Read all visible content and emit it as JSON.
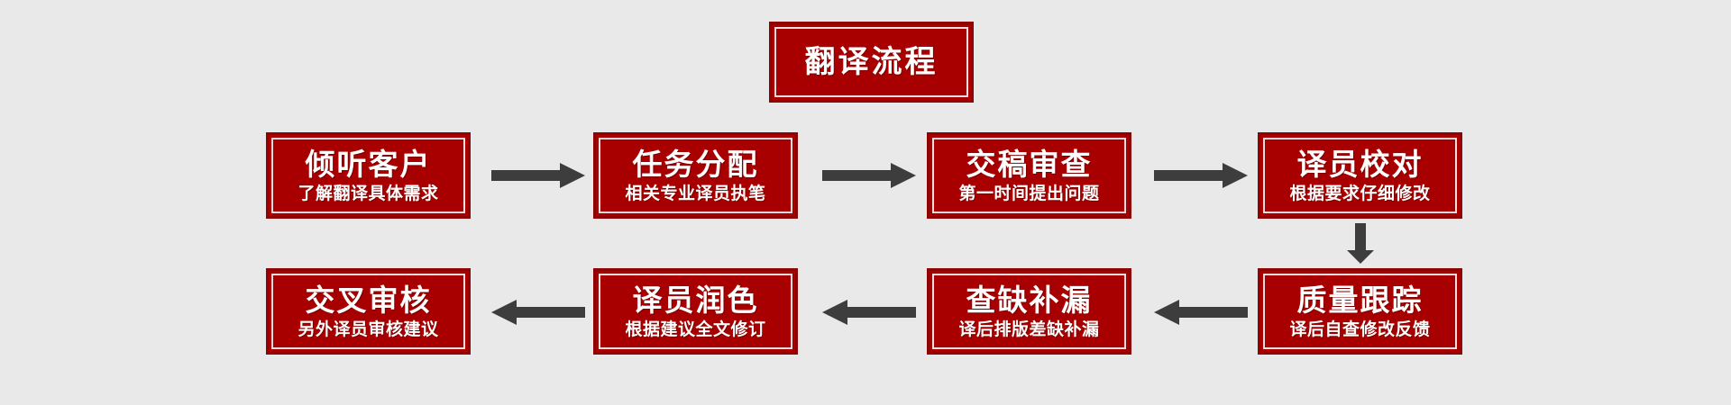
{
  "page": {
    "background_color": "#e9e9e9",
    "box_fill_color": "#a80000",
    "box_border_color": "#8e0404",
    "box_inner_rule_color": "#f2dede",
    "text_color": "#ffffff",
    "arrow_color": "#3d3d3d"
  },
  "heading": {
    "title": "翻译流程"
  },
  "nodes": [
    {
      "id": 1,
      "title": "倾听客户",
      "subtitle": "了解翻译具体需求"
    },
    {
      "id": 2,
      "title": "任务分配",
      "subtitle": "相关专业译员执笔"
    },
    {
      "id": 3,
      "title": "交稿审查",
      "subtitle": "第一时间提出问题"
    },
    {
      "id": 4,
      "title": "译员校对",
      "subtitle": "根据要求仔细修改"
    },
    {
      "id": 5,
      "title": "质量跟踪",
      "subtitle": "译后自查修改反馈"
    },
    {
      "id": 6,
      "title": "查缺补漏",
      "subtitle": "译后排版差缺补漏"
    },
    {
      "id": 7,
      "title": "译员润色",
      "subtitle": "根据建议全文修订"
    },
    {
      "id": 8,
      "title": "交叉审核",
      "subtitle": "另外译员审核建议"
    }
  ],
  "connectors": [
    {
      "id": "arrow-1-2",
      "direction": "right",
      "from": "倾听客户",
      "to": "任务分配"
    },
    {
      "id": "arrow-2-3",
      "direction": "right",
      "from": "任务分配",
      "to": "交稿审查"
    },
    {
      "id": "arrow-3-4",
      "direction": "right",
      "from": "交稿审查",
      "to": "译员校对"
    },
    {
      "id": "arrow-4-5",
      "direction": "down",
      "from": "译员校对",
      "to": "质量跟踪"
    },
    {
      "id": "arrow-5-6",
      "direction": "left",
      "from": "质量跟踪",
      "to": "查缺补漏"
    },
    {
      "id": "arrow-6-7",
      "direction": "left",
      "from": "查缺补漏",
      "to": "译员润色"
    },
    {
      "id": "arrow-7-8",
      "direction": "left",
      "from": "译员润色",
      "to": "交叉审核"
    }
  ]
}
